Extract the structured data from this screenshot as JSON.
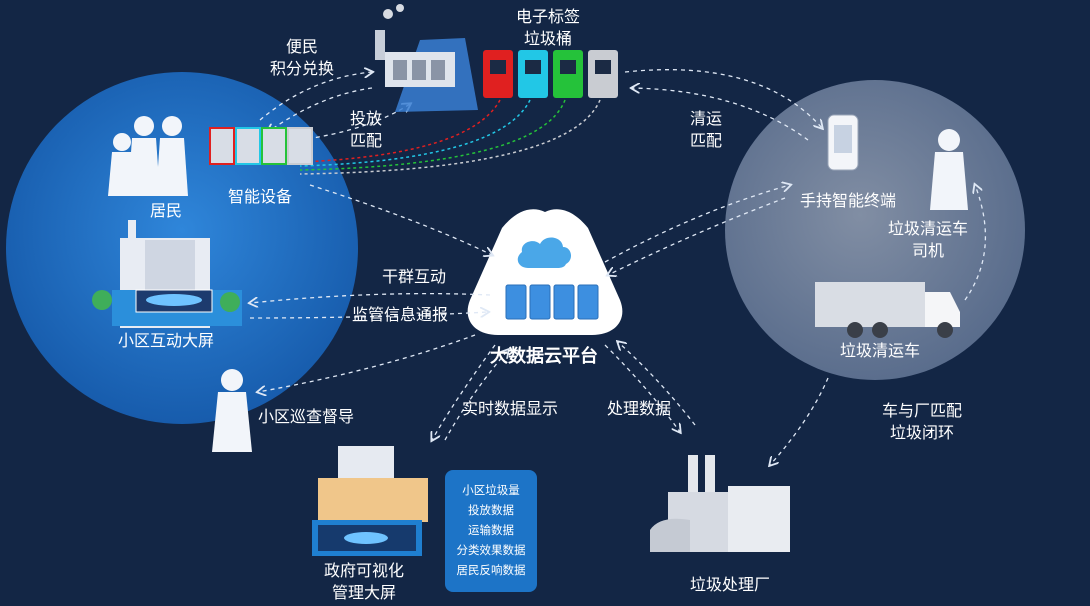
{
  "labels": {
    "points_exchange": "便民\n积分兑换",
    "e_tag_bin": "电子标签\n垃圾桶",
    "drop_match": "投放\n匹配",
    "clean_match": "清运\n匹配",
    "residents": "居民",
    "smart_device": "智能设备",
    "handheld_terminal": "手持智能终端",
    "truck_driver": "垃圾清运车\n司机",
    "truck": "垃圾清运车",
    "cadre_interaction": "干群互动",
    "supervision_report": "监管信息通报",
    "community_screen": "小区互动大屏",
    "big_data_platform": "大数据云平台",
    "community_inspection": "小区巡查督导",
    "realtime_display": "实时数据显示",
    "process_data": "处理数据",
    "truck_factory_match": "车与厂匹配\n垃圾闭环",
    "gov_screen": "政府可视化\n管理大屏",
    "plant": "垃圾处理厂"
  },
  "stats": [
    "小区垃圾量",
    "投放数据",
    "运输数据",
    "分类效果数据",
    "居民反响数据"
  ],
  "colors": {
    "background": "#132645",
    "left_circle": "#1f6fc4",
    "right_circle": "#c6d2e6",
    "stats_box": "#1d74c7",
    "bin_red": "#e02020",
    "bin_cyan": "#22c7e6",
    "bin_green": "#25c23a",
    "bin_gray": "#c9ccd2"
  },
  "icons": [
    "cloud-server-icon",
    "recycling-machine-icon",
    "smartphone-icon",
    "garbage-truck-icon",
    "factory-icon",
    "person-icon",
    "building-icon"
  ]
}
